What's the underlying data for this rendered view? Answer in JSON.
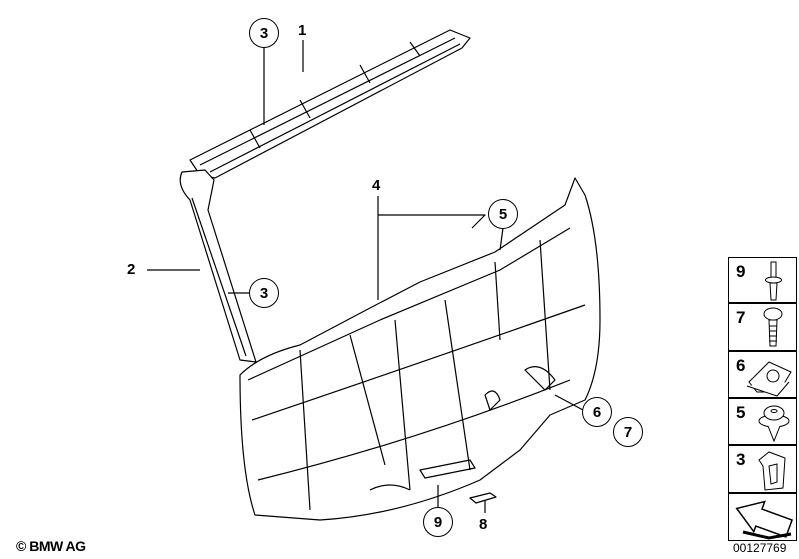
{
  "callouts": {
    "c3_top": "3",
    "c1": "1",
    "c2": "2",
    "c3_mid": "3",
    "c4": "4",
    "c5": "5",
    "c6": "6",
    "c7": "7",
    "c9": "9",
    "c8": "8"
  },
  "legend": {
    "items": [
      {
        "number": "9",
        "icon": "push-rivet-icon"
      },
      {
        "number": "7",
        "icon": "screw-icon"
      },
      {
        "number": "6",
        "icon": "clip-nut-icon"
      },
      {
        "number": "5",
        "icon": "expanding-rivet-icon"
      },
      {
        "number": "3",
        "icon": "retaining-clip-icon"
      },
      {
        "number": "",
        "icon": "direction-arrow-icon"
      }
    ]
  },
  "footer": {
    "copyright": "© BMW AG",
    "document_id": "00127769"
  }
}
